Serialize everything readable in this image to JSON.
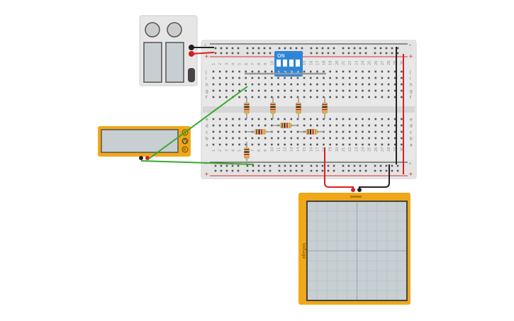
{
  "power_supply": {
    "knobs": [
      "voltage-knob",
      "current-knob"
    ],
    "displays": [
      "voltage-display",
      "current-display"
    ],
    "switch": "power-switch"
  },
  "dip_switch": {
    "on_label": "ON",
    "positions": [
      "1",
      "2",
      "3",
      "4"
    ]
  },
  "breadboard": {
    "row_letters_top": [
      "j",
      "i",
      "h",
      "g",
      "f"
    ],
    "row_letters_bottom": [
      "e",
      "d",
      "c",
      "b",
      "a"
    ],
    "column_numbers": [
      "1",
      "2",
      "3",
      "4",
      "5",
      "6",
      "7",
      "8",
      "9",
      "10",
      "11",
      "12",
      "13",
      "14",
      "15",
      "16",
      "17",
      "18",
      "19",
      "20",
      "21",
      "22",
      "23",
      "24",
      "25",
      "26",
      "27",
      "28",
      "29",
      "30"
    ],
    "rail_plus": "+",
    "rail_minus": "-"
  },
  "multimeter": {
    "terminals": [
      "A",
      "V",
      "R"
    ]
  },
  "oscilloscope": {
    "side_label": "Voltage"
  },
  "colors": {
    "wire_green": "#3aa832",
    "wire_red": "#d92020",
    "wire_black": "#222222",
    "instrument_orange": "#f0a818",
    "dip_blue": "#2f86d8",
    "rail_red": "#e03030"
  }
}
